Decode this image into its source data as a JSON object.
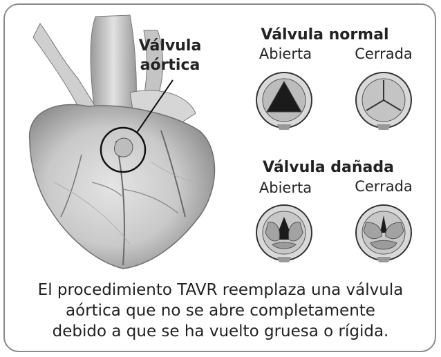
{
  "heart_label": [
    "Válvula",
    "aórtica"
  ],
  "normal": {
    "title": "Válvula normal",
    "open": "Abierta",
    "closed": "Cerrada"
  },
  "damaged": {
    "title": "Válvula dañada",
    "open": "Abierta",
    "closed": "Cerrada"
  },
  "caption": [
    "El procedimiento TAVR reemplaza una válvula",
    "aórtica que no se abre completamente",
    "debido a que se ha vuelto gruesa o rígida."
  ]
}
